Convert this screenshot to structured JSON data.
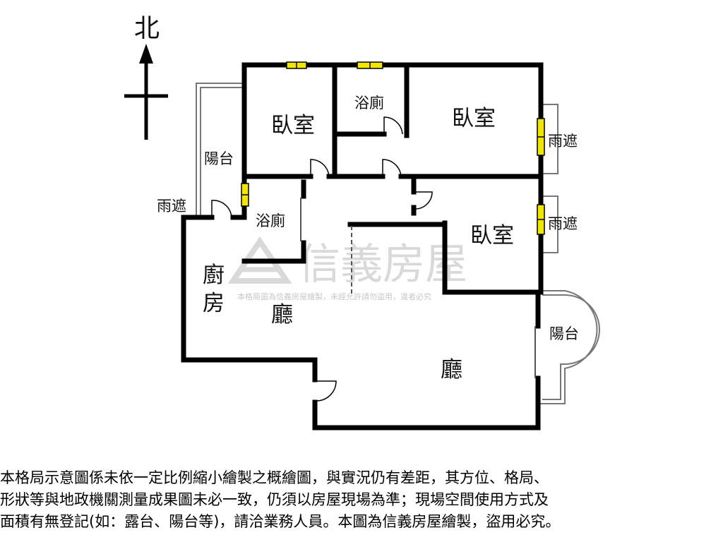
{
  "compass": {
    "north_label": "北"
  },
  "rooms": {
    "bedroom_top_left": "臥室",
    "bathroom_top": "浴廁",
    "bedroom_top_right": "臥室",
    "canopy_top_right": "雨遮",
    "balcony_left": "陽台",
    "canopy_left": "雨遮",
    "bathroom_middle": "浴廁",
    "bedroom_middle_right": "臥室",
    "canopy_middle_right": "雨遮",
    "kitchen_1": "廚",
    "kitchen_2": "房",
    "living_left": "廳",
    "balcony_right": "陽台",
    "living_main": "廳"
  },
  "watermark": {
    "brand": "信義房屋",
    "notice": "本格局圖為信義房屋繪製，未經允許請勿盜用，違者必究"
  },
  "colors": {
    "wall": "#000000",
    "window": "#f2e600",
    "watermark": "#d9d9d9"
  },
  "disclaimer": {
    "line1": "本格局示意圖係未依一定比例縮小繪製之概繪圖，與實況仍有差距，其方位、格局、",
    "line2": "形狀等與地政機關測量成果圖未必一致，仍須以房屋現場為準；現場空間使用方式及",
    "line3": "面積有無登記(如：露台、陽台等)，請洽業務人員。本圖為信義房屋繪製，盜用必究。"
  }
}
